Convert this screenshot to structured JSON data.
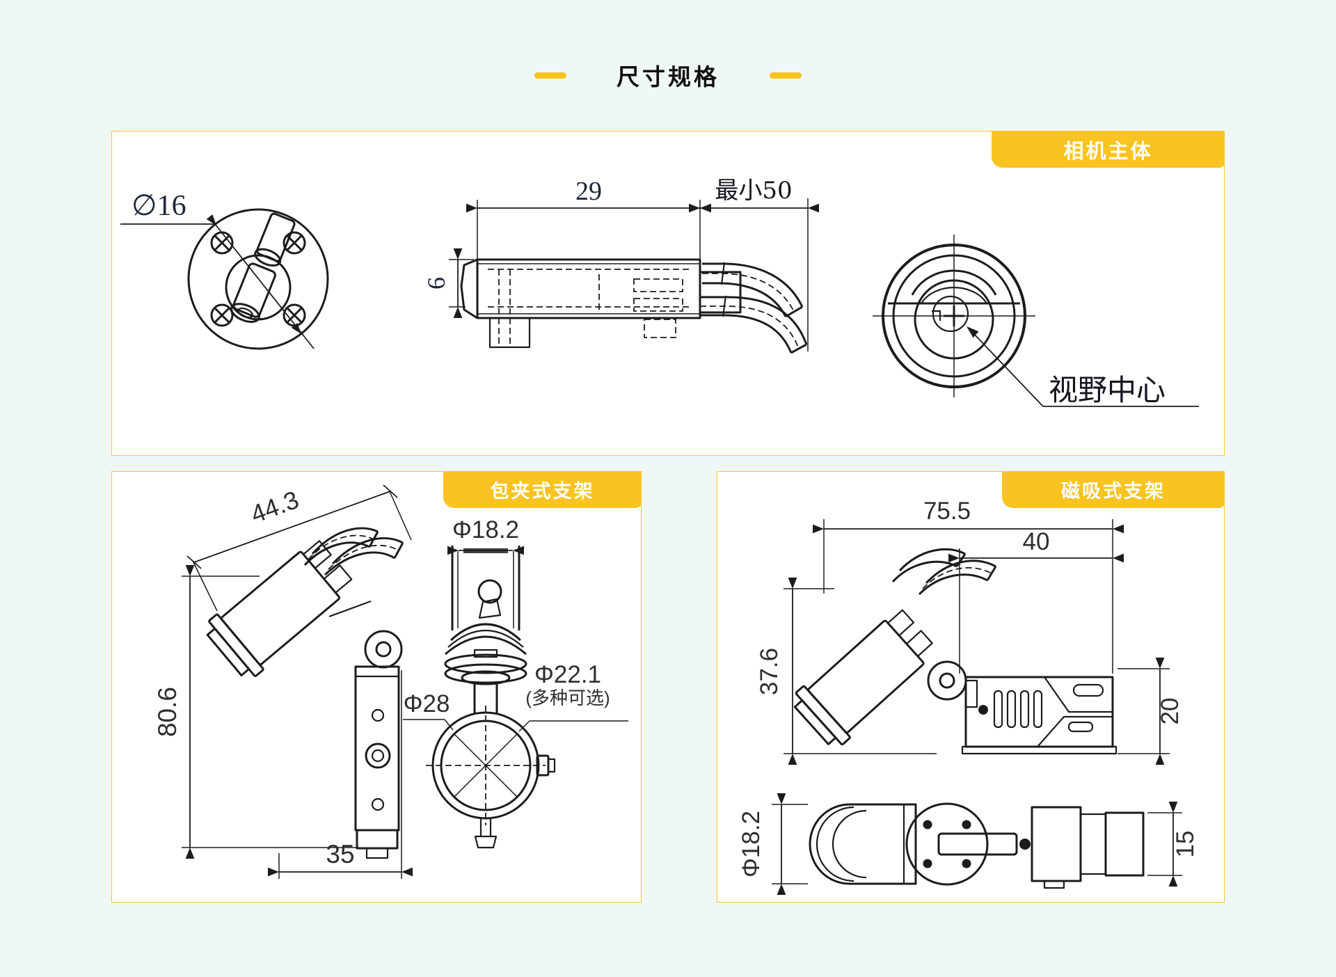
{
  "theme": {
    "background": "#f0f7f7",
    "accent": "#f9c320",
    "panel_background": "#ffffff",
    "line_color": "#1c1c1c"
  },
  "header": {
    "title": "尺寸规格"
  },
  "panels": {
    "camera": {
      "label": "相机主体",
      "dims": {
        "front_diameter": "∅16",
        "body_length": "29",
        "min_clearance": "最小50",
        "step_height": "6",
        "fov_center_label": "视野中心"
      }
    },
    "clamp": {
      "label": "包夹式支架",
      "dims": {
        "arm_length": "44.3",
        "total_height": "80.6",
        "base_width": "35",
        "top_diameter": "Φ18.2",
        "ring_outer_diameter": "Φ28",
        "ring_inner_diameter": "Φ22.1",
        "ring_inner_note": "(多种可选)"
      }
    },
    "magnet": {
      "label": "磁吸式支架",
      "dims": {
        "total_length": "75.5",
        "bar_length": "40",
        "total_height": "37.6",
        "bar_height": "20",
        "body_diameter": "Φ18.2",
        "bar_width": "15"
      }
    }
  }
}
